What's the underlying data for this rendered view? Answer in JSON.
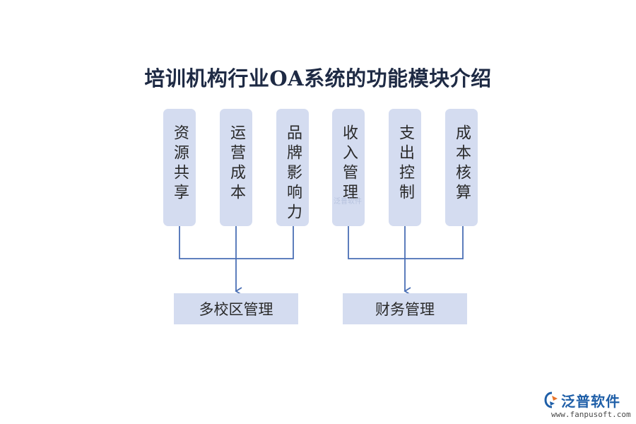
{
  "title": "培训机构行业OA系统的功能模块介绍",
  "modules": [
    {
      "label": "资源共享"
    },
    {
      "label": "运营成本"
    },
    {
      "label": "品牌影响力"
    },
    {
      "label": "收入管理"
    },
    {
      "label": "支出控制"
    },
    {
      "label": "成本核算"
    }
  ],
  "groups": [
    {
      "label": "多校区管理"
    },
    {
      "label": "财务管理"
    }
  ],
  "colors": {
    "box_fill": "#d4dcf0",
    "connector": "#4a6fb5",
    "title": "#1e2a44",
    "logo": "#1f5fa8",
    "logo_accent": "#e8742a"
  },
  "logo": {
    "name": "泛普软件",
    "url": "www.fanpusoft.com",
    "icon": "fanpu-logo-icon"
  },
  "watermark": "泛普软件"
}
